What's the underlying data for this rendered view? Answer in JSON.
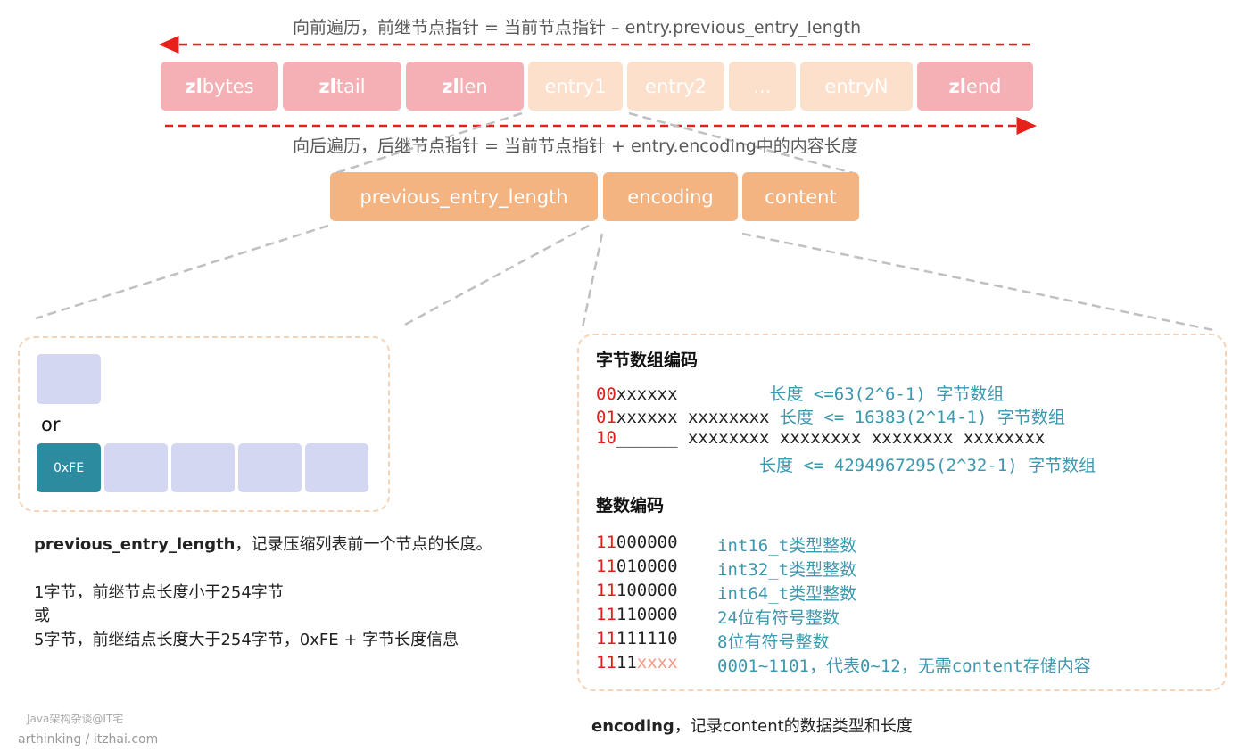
{
  "top_caption": "向前遍历，前继节点指针 = 当前节点指针 – entry.previous_entry_length",
  "bottom_caption": "向后遍历，后继节点指针 = 当前节点指针 + entry.encoding中的内容长度",
  "ziplist": [
    {
      "prefix": "zl",
      "rest": "bytes"
    },
    {
      "prefix": "zl",
      "rest": "tail"
    },
    {
      "prefix": "zl",
      "rest": "len"
    },
    {
      "label": "entry1"
    },
    {
      "label": "entry2"
    },
    {
      "label": "..."
    },
    {
      "label": "entryN"
    },
    {
      "prefix": "zl",
      "rest": "end"
    }
  ],
  "entry_parts": [
    "previous_entry_length",
    "encoding",
    "content"
  ],
  "prev_box": {
    "or": "or",
    "tag": "0xFE"
  },
  "prev_desc": {
    "title": "previous_entry_length",
    "title_rest": "，记录压缩列表前一个节点的长度。",
    "line1": "1字节，前继节点长度小于254字节",
    "line2": "或",
    "line3": "5字节，前继结点长度大于254字节，0xFE + 字节长度信息"
  },
  "enc_box": {
    "byte_title": "字节数组编码",
    "byte_rows": [
      {
        "red": "00",
        "black": "xxxxxx         ",
        "teal": "长度 <=63(2^6-1) 字节数组"
      },
      {
        "red": "01",
        "black": "xxxxxx xxxxxxxx ",
        "teal": "长度 <= 16383(2^14-1) 字节数组"
      },
      {
        "red": "10",
        "black": "______ xxxxxxxx xxxxxxxx xxxxxxxx xxxxxxxx",
        "teal": ""
      },
      {
        "red": "",
        "black": "                ",
        "teal": "长度 <= 4294967295(2^32-1) 字节数组"
      }
    ],
    "int_title": "整数编码",
    "int_rows": [
      {
        "red": "11",
        "black": "000000",
        "salmon": "",
        "teal": "int16_t类型整数"
      },
      {
        "red": "11",
        "black": "010000",
        "salmon": "",
        "teal": "int32_t类型整数"
      },
      {
        "red": "11",
        "black": "100000",
        "salmon": "",
        "teal": "int64_t类型整数"
      },
      {
        "red": "11",
        "black": "110000",
        "salmon": "",
        "teal": "24位有符号整数"
      },
      {
        "red": "11",
        "black": "111110",
        "salmon": "",
        "teal": "8位有符号整数"
      },
      {
        "red": "11",
        "black": "11",
        "salmon": "xxxx",
        "teal": "0001~1101，代表0~12，无需content存储内容"
      }
    ]
  },
  "enc_desc": {
    "title": "encoding",
    "rest": "，记录content的数据类型和长度"
  },
  "watermark": {
    "line1": "Java架构杂谈@IT宅",
    "line2": "arthinking / itzhai.com"
  },
  "colors": {
    "red_arrow": "#e8201b",
    "zl_box": "#f4b0b4",
    "entry_box": "#fde0cc",
    "part_box": "#f3b482",
    "teal": "#3b98ae",
    "cell": "#d4d7f2",
    "tag": "#2d8ba0"
  }
}
